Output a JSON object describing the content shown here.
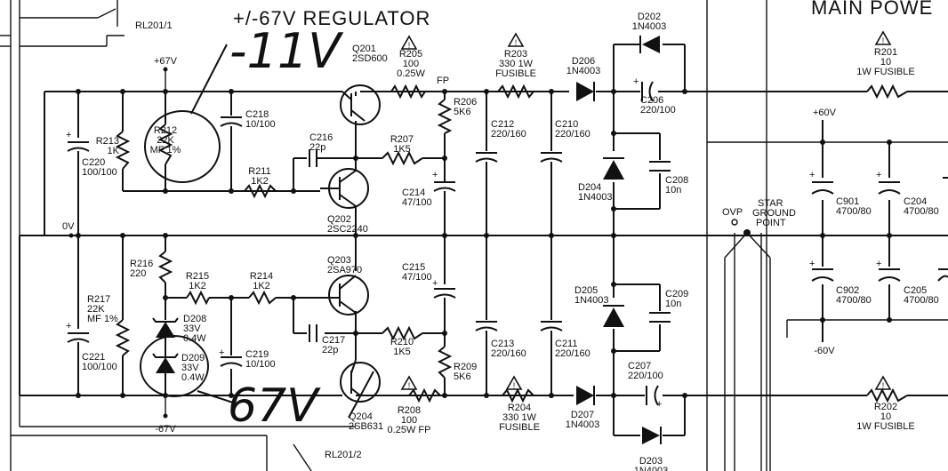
{
  "title": "+/-67V REGULATOR",
  "title_right": "MAIN POWE",
  "annotations": {
    "top": "-11V",
    "bottom": "67V"
  },
  "relays": {
    "top": "RL201/1",
    "bottom": "RL201/2"
  },
  "rails": {
    "pos": "+67V",
    "neg": "-67V",
    "zero": "0V",
    "fp_top": "FP",
    "pos60": "+60V",
    "neg60": "-60V",
    "ovp": "OVP",
    "star": [
      "STAR",
      "GROUND",
      "POINT"
    ]
  },
  "resistors": [
    {
      "id": "R205",
      "lines": [
        "R205",
        "100",
        "0.25W"
      ]
    },
    {
      "id": "R203",
      "lines": [
        "R203",
        "330  1W",
        "FUSIBLE"
      ]
    },
    {
      "id": "R206",
      "lines": [
        "R206",
        "5K6"
      ]
    },
    {
      "id": "R207",
      "lines": [
        "R207",
        "1K5"
      ]
    },
    {
      "id": "R211",
      "lines": [
        "R211",
        "1K2"
      ]
    },
    {
      "id": "R212",
      "lines": [
        "R212",
        "22K",
        "MF 1%"
      ]
    },
    {
      "id": "R213",
      "lines": [
        "R213",
        "1K"
      ]
    },
    {
      "id": "R216",
      "lines": [
        "R216",
        "220"
      ]
    },
    {
      "id": "R215",
      "lines": [
        "R215",
        "1K2"
      ]
    },
    {
      "id": "R214",
      "lines": [
        "R214",
        "1K2"
      ]
    },
    {
      "id": "R217",
      "lines": [
        "R217",
        "22K",
        "MF 1%"
      ]
    },
    {
      "id": "R210",
      "lines": [
        "R210",
        "1K5"
      ]
    },
    {
      "id": "R209",
      "lines": [
        "R209",
        "5K6"
      ]
    },
    {
      "id": "R208",
      "lines": [
        "R208",
        "100",
        "0.25W  FP"
      ]
    },
    {
      "id": "R204",
      "lines": [
        "R204",
        "330  1W",
        "FUSIBLE"
      ]
    },
    {
      "id": "R201",
      "lines": [
        "R201",
        "10",
        "1W  FUSIBLE"
      ]
    },
    {
      "id": "R202",
      "lines": [
        "R202",
        "10",
        "1W  FUSIBLE"
      ]
    }
  ],
  "capacitors": [
    {
      "id": "C218",
      "lines": [
        "C218",
        "10/100"
      ]
    },
    {
      "id": "C216",
      "lines": [
        "C216",
        "22p"
      ]
    },
    {
      "id": "C220",
      "lines": [
        "C220",
        "100/100"
      ]
    },
    {
      "id": "C214",
      "lines": [
        "C214",
        "47/100"
      ]
    },
    {
      "id": "C212",
      "lines": [
        "C212",
        "220/160"
      ]
    },
    {
      "id": "C210",
      "lines": [
        "C210",
        "220/160"
      ]
    },
    {
      "id": "C206",
      "lines": [
        "C206",
        "220/100"
      ]
    },
    {
      "id": "C208",
      "lines": [
        "C208",
        "10n"
      ]
    },
    {
      "id": "C215",
      "lines": [
        "C215",
        "47/100"
      ]
    },
    {
      "id": "C217",
      "lines": [
        "C217",
        "22p"
      ]
    },
    {
      "id": "C219",
      "lines": [
        "C219",
        "10/100"
      ]
    },
    {
      "id": "C221",
      "lines": [
        "C221",
        "100/100"
      ]
    },
    {
      "id": "C213",
      "lines": [
        "C213",
        "220/160"
      ]
    },
    {
      "id": "C211",
      "lines": [
        "C211",
        "220/160"
      ]
    },
    {
      "id": "C209",
      "lines": [
        "C209",
        "10n"
      ]
    },
    {
      "id": "C207",
      "lines": [
        "C207",
        "220/100"
      ]
    },
    {
      "id": "C901",
      "lines": [
        "C901",
        "4700/80"
      ]
    },
    {
      "id": "C204",
      "lines": [
        "C204",
        "4700/80"
      ]
    },
    {
      "id": "C902",
      "lines": [
        "C902",
        "4700/80"
      ]
    },
    {
      "id": "C205",
      "lines": [
        "C205",
        "4700/80"
      ]
    }
  ],
  "transistors": [
    {
      "id": "Q201",
      "lines": [
        "Q201",
        "2SD600"
      ]
    },
    {
      "id": "Q202",
      "lines": [
        "Q202",
        "2SC2240"
      ]
    },
    {
      "id": "Q203",
      "lines": [
        "Q203",
        "2SA970"
      ]
    },
    {
      "id": "Q204",
      "lines": [
        "Q204",
        "2SB631"
      ]
    }
  ],
  "diodes": [
    {
      "id": "D202",
      "lines": [
        "D202",
        "1N4003"
      ]
    },
    {
      "id": "D206",
      "lines": [
        "D206",
        "1N4003"
      ]
    },
    {
      "id": "D204",
      "lines": [
        "D204",
        "1N4003"
      ]
    },
    {
      "id": "D205",
      "lines": [
        "D205",
        "1N4003"
      ]
    },
    {
      "id": "D207",
      "lines": [
        "D207",
        "1N4003"
      ]
    },
    {
      "id": "D203",
      "lines": [
        "D203",
        "1N4003"
      ]
    },
    {
      "id": "D208",
      "lines": [
        "D208",
        "33V",
        "0.4W"
      ]
    },
    {
      "id": "D209",
      "lines": [
        "D209",
        "33V",
        "0.4W"
      ]
    }
  ]
}
